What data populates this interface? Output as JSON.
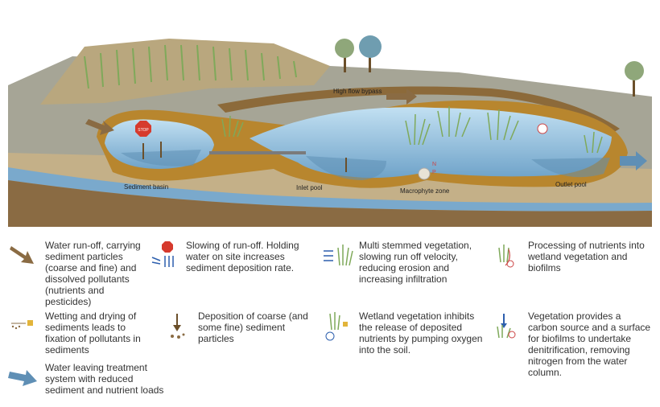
{
  "labels": {
    "high_flow_bypass": "High flow bypass",
    "sediment_basin": "Sediment basin",
    "inlet_pool": "Inlet pool",
    "macrophyte_zone": "Macrophyte zone",
    "outlet_pool": "Outlet pool",
    "stop_sign": "STOP",
    "n": "N",
    "p": "P"
  },
  "legend": [
    {
      "key": "runoff",
      "icon": "brown-arrow-icon",
      "text": "Water run-off, carrying sediment particles (coarse and fine) and dissolved pollutants (nutrients and pesticides)"
    },
    {
      "key": "slowing",
      "icon": "stop-flow-icon",
      "text": "Slowing of run-off. Holding water on site  increases sediment deposition rate."
    },
    {
      "key": "vegetation",
      "icon": "stemmed-vegetation-icon",
      "text": "Multi stemmed vegetation, slowing run off velocity, reducing erosion and increasing infiltration"
    },
    {
      "key": "processing",
      "icon": "nutrient-processing-icon",
      "text": "Processing of nutrients into wetland vegetation and biofilms"
    },
    {
      "key": "wetting",
      "icon": "wetting-drying-icon",
      "text": "Wetting and drying of sediments leads to fixation of pollutants in sediments"
    },
    {
      "key": "deposition",
      "icon": "deposition-icon",
      "text": "Deposition of coarse (and some fine) sediment particles"
    },
    {
      "key": "inhibit",
      "icon": "oxygen-pump-icon",
      "text": "Wetland vegetation inhibits the release of deposited nutrients by pumping oxygen into the soil."
    },
    {
      "key": "carbon",
      "icon": "carbon-source-icon",
      "text": "Vegetation provides a carbon source and a surface for biofilms to undertake denitrification, removing nitrogen from the water column."
    },
    {
      "key": "leaving",
      "icon": "blue-arrow-icon",
      "text": "Water leaving treatment system with reduced sediment and nutrient loads"
    }
  ],
  "colors": {
    "ground": "#a6a596",
    "soil": "#c4b088",
    "bank": "#b8862e",
    "water": "#9fcbe6",
    "deep_water": "#5f8fb5",
    "grass": "#7fa95a"
  }
}
